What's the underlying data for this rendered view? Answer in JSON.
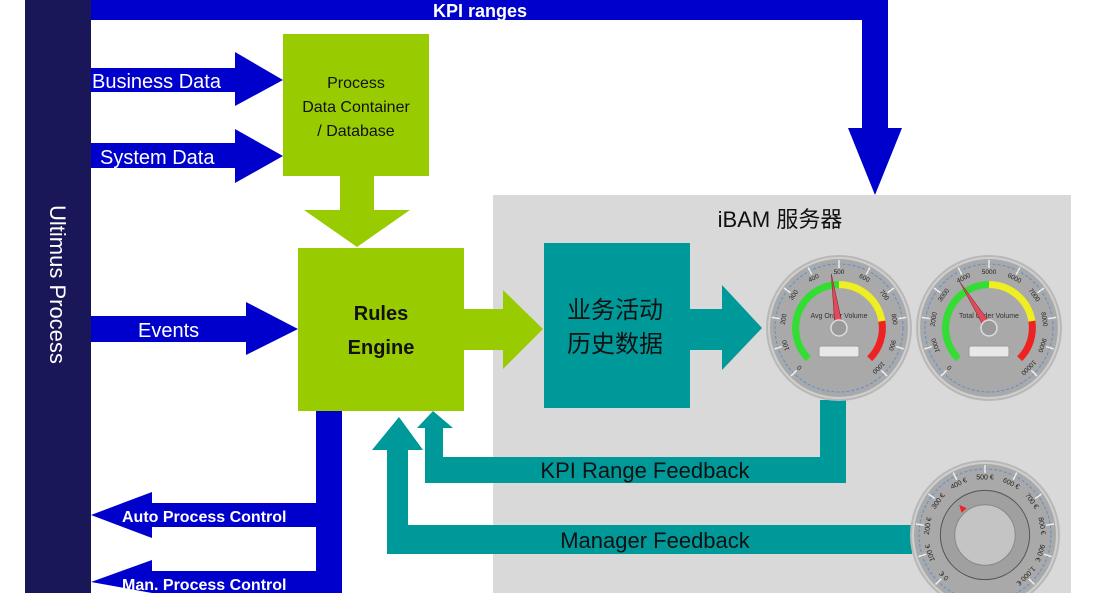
{
  "diagram": {
    "title": "iBAM architecture",
    "colors": {
      "process_bar": "#1a1758",
      "blue_arrow": "#0000cc",
      "green_box": "#99cc00",
      "teal": "#009999",
      "server_bg": "#d9d9d9"
    },
    "side_bar": {
      "label": "Ultimus Process"
    },
    "kpi_ranges": {
      "label": "KPI ranges"
    },
    "inputs": [
      {
        "label": "Business Data"
      },
      {
        "label": "System Data"
      },
      {
        "label": "Events"
      }
    ],
    "data_container": {
      "lines": [
        "Process",
        "Data Container",
        "/ Database"
      ]
    },
    "rules_engine": {
      "lines": [
        "Rules",
        "Engine"
      ]
    },
    "server": {
      "title": "iBAM 服务器",
      "history_box": {
        "lines": [
          "业务活动",
          "历史数据"
        ]
      }
    },
    "gauges": [
      {
        "name": "Avg Order Volume",
        "min": 0,
        "max": 1000,
        "ticks": [
          "0",
          "100",
          "200",
          "300",
          "400",
          "500",
          "600",
          "700",
          "800",
          "900",
          "1000"
        ],
        "value": 470,
        "green_to": 500,
        "yellow_to": 800
      },
      {
        "name": "Total Order Volume",
        "min": 0,
        "max": 10000,
        "ticks": [
          "0",
          "1000",
          "2000",
          "3000",
          "4000",
          "5000",
          "6000",
          "7000",
          "8000",
          "9000",
          "10000"
        ],
        "value": 3800,
        "green_to": 5000,
        "yellow_to": 8000
      }
    ],
    "knob": {
      "ticks": [
        "0 €",
        "100 €",
        "200 €",
        "300 €",
        "400 €",
        "500 €",
        "600 €",
        "700 €",
        "800 €",
        "900 €",
        "1,000 €"
      ],
      "value": 350
    },
    "feedback": [
      {
        "label": "KPI Range Feedback"
      },
      {
        "label": "Manager Feedback"
      }
    ],
    "outputs": [
      {
        "label": "Auto Process Control"
      },
      {
        "label": "Man. Process Control"
      }
    ]
  }
}
